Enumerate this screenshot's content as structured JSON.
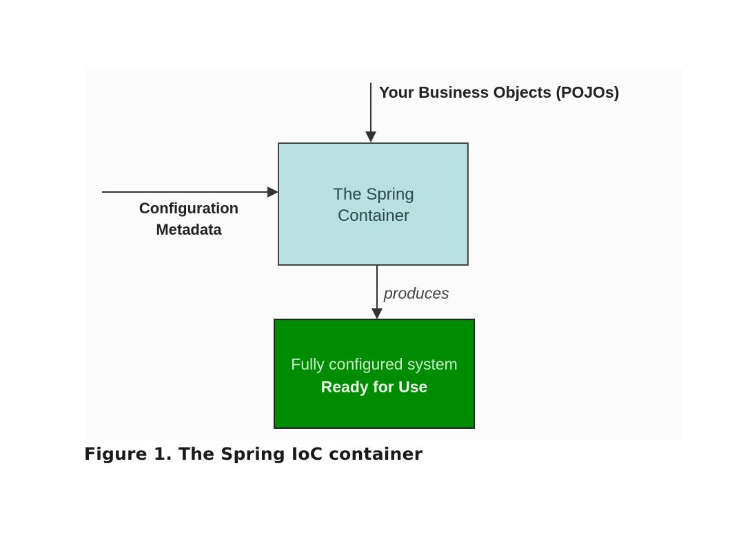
{
  "diagram": {
    "pojos_label": "Your Business Objects (POJOs)",
    "config_label_line1": "Configuration",
    "config_label_line2": "Metadata",
    "container_line1": "The Spring",
    "container_line2": "Container",
    "produces_label": "produces",
    "result_line1": "Fully configured system",
    "result_line2": "Ready for Use",
    "colors": {
      "container": "#b8e0e0",
      "result": "#008c00",
      "line": "#333333"
    }
  },
  "caption": "Figure 1. The Spring IoC container"
}
